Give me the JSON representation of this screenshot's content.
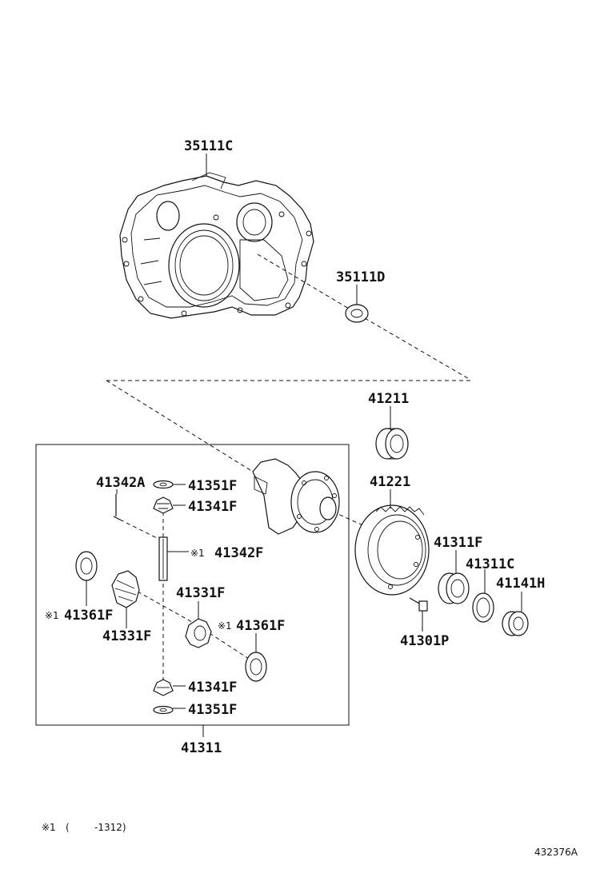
{
  "labels": {
    "p35111C": "35111C",
    "p35111D": "35111D",
    "p41211": "41211",
    "p41221": "41221",
    "p41342A": "41342A",
    "p41351F_top": "41351F",
    "p41341F_top": "41341F",
    "p41342F": "41342F",
    "p41361F_left": "41361F",
    "p41331F_top": "41331F",
    "p41331F_left": "41331F",
    "p41361F_right": "41361F",
    "p41341F_bottom": "41341F",
    "p41351F_bottom": "41351F",
    "p41311": "41311",
    "p41311F": "41311F",
    "p41311C": "41311C",
    "p41141H": "41141H",
    "p41301P": "41301P"
  },
  "marks": {
    "m41342F": "※1",
    "m41361F_left": "※1",
    "m41361F_right": "※1"
  },
  "footnote": {
    "mark": "※1",
    "open": "(",
    "range": "-1312)"
  },
  "figure_id": "432376A"
}
